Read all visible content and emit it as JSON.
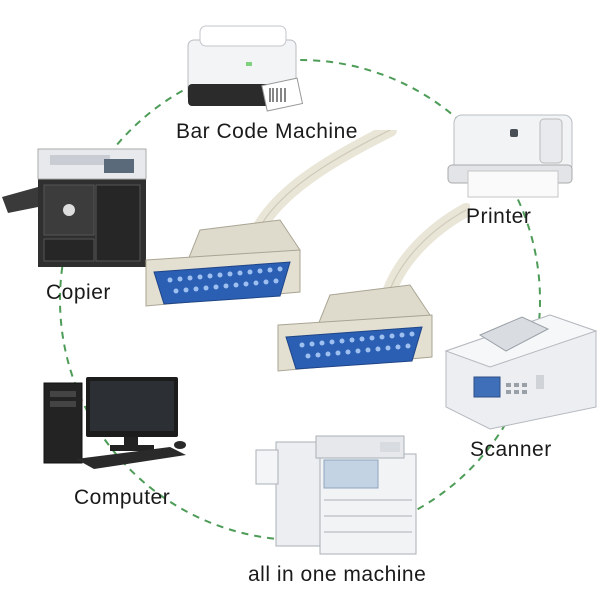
{
  "labels": {
    "bar_code_machine": "Bar Code Machine",
    "printer": "Printer",
    "copier": "Copier",
    "scanner": "Scanner",
    "computer": "Computer",
    "all_in_one": "all in one machine"
  },
  "colors": {
    "ring": "#2e8b3a",
    "cable": "#e9e6d8",
    "connector_shell": "#d9d6c8",
    "pins": "#2b5fb3",
    "device_light": "#eef0f2",
    "device_dark": "#2a2a2a"
  },
  "icons": [
    "bar-code-machine-icon",
    "printer-icon",
    "copier-icon",
    "scanner-icon",
    "computer-icon",
    "all-in-one-machine-icon",
    "db25-cable-icon"
  ]
}
